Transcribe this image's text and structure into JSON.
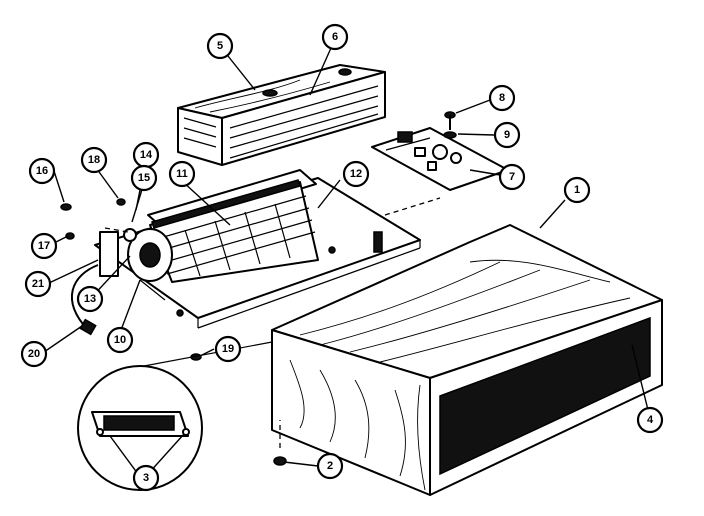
{
  "callouts": {
    "c1": "1",
    "c2": "2",
    "c3": "3",
    "c4": "4",
    "c5": "5",
    "c6": "6",
    "c7": "7",
    "c8": "8",
    "c9": "9",
    "c10": "10",
    "c11": "11",
    "c12": "12",
    "c13": "13",
    "c14": "14",
    "c15": "15",
    "c16": "16",
    "c17": "17",
    "c18": "18",
    "c19": "19",
    "c20": "20",
    "c21": "21"
  },
  "icons": {
    "heater_cabinet": "wood-cabinet",
    "element_guard": "heating-element-grille",
    "blower": "cross-flow-blower",
    "control_board": "circuit-board",
    "detail_view": "magnified-detail-circle"
  }
}
